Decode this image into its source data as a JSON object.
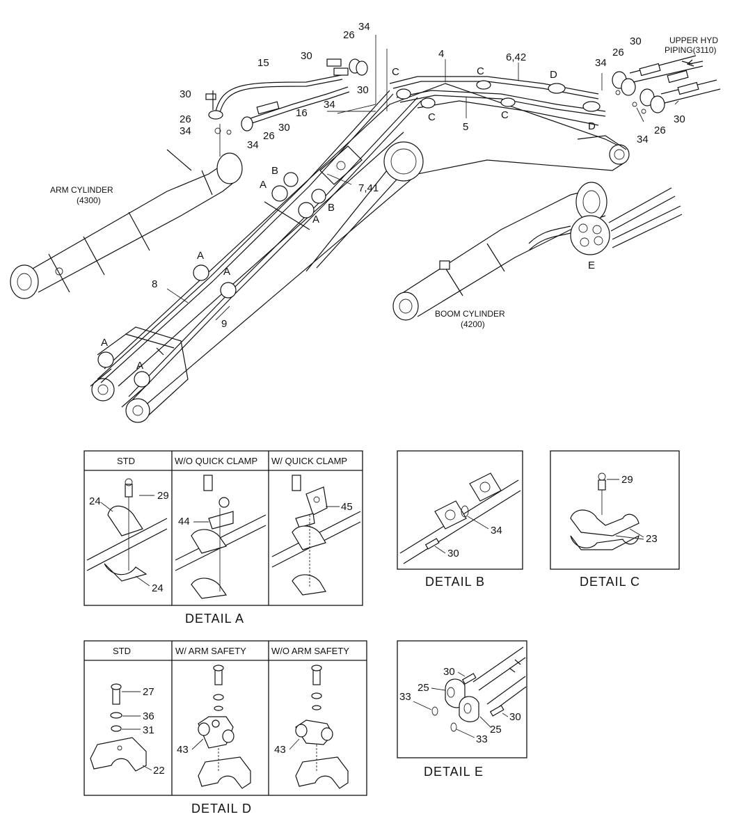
{
  "main_callouts": [
    {
      "text": "34"
    },
    {
      "text": "26"
    },
    {
      "text": "30"
    },
    {
      "text": "15"
    },
    {
      "text": "30"
    },
    {
      "text": "30"
    },
    {
      "text": "26"
    },
    {
      "text": "16"
    },
    {
      "text": "30"
    },
    {
      "text": "34"
    },
    {
      "text": "26"
    },
    {
      "text": "34"
    },
    {
      "text": "34"
    },
    {
      "text": "C"
    },
    {
      "text": "4"
    },
    {
      "text": "C"
    },
    {
      "text": "6,42"
    },
    {
      "text": "D"
    },
    {
      "text": "C"
    },
    {
      "text": "5"
    },
    {
      "text": "C"
    },
    {
      "text": "D"
    },
    {
      "text": "34"
    },
    {
      "text": "26"
    },
    {
      "text": "30"
    },
    {
      "text": "34"
    },
    {
      "text": "26"
    },
    {
      "text": "30"
    },
    {
      "text": "B"
    },
    {
      "text": "A"
    },
    {
      "text": "7,41"
    },
    {
      "text": "B"
    },
    {
      "text": "A"
    },
    {
      "text": "A"
    },
    {
      "text": "A"
    },
    {
      "text": "8"
    },
    {
      "text": "9"
    },
    {
      "text": "A"
    },
    {
      "text": "A"
    },
    {
      "text": "E"
    }
  ],
  "labels": {
    "upper_hyd_1": "UPPER HYD",
    "upper_hyd_2": "PIPING(3110)",
    "arm_cyl_1": "ARM CYLINDER",
    "arm_cyl_2": "(4300)",
    "boom_cyl_1": "BOOM CYLINDER",
    "boom_cyl_2": "(4200)"
  },
  "detail_a": {
    "headers": [
      "STD",
      "W/O QUICK CLAMP",
      "W/ QUICK CLAMP"
    ],
    "callouts": [
      {
        "text": "24"
      },
      {
        "text": "29"
      },
      {
        "text": "24"
      },
      {
        "text": "44"
      },
      {
        "text": "45"
      }
    ],
    "caption": "DETAIL  A"
  },
  "detail_b": {
    "callouts": [
      {
        "text": "34"
      },
      {
        "text": "30"
      }
    ],
    "caption": "DETAIL  B"
  },
  "detail_c": {
    "callouts": [
      {
        "text": "29"
      },
      {
        "text": "23"
      }
    ],
    "caption": "DETAIL  C"
  },
  "detail_d": {
    "headers": [
      "STD",
      "W/ ARM SAFETY",
      "W/O ARM SAFETY"
    ],
    "callouts": [
      {
        "text": "27"
      },
      {
        "text": "36"
      },
      {
        "text": "31"
      },
      {
        "text": "22"
      },
      {
        "text": "43"
      },
      {
        "text": "43"
      }
    ],
    "caption": "DETAIL  D"
  },
  "detail_e": {
    "callouts": [
      {
        "text": "30"
      },
      {
        "text": "25"
      },
      {
        "text": "33"
      },
      {
        "text": "30"
      },
      {
        "text": "25"
      },
      {
        "text": "33"
      }
    ],
    "caption": "DETAIL  E"
  }
}
